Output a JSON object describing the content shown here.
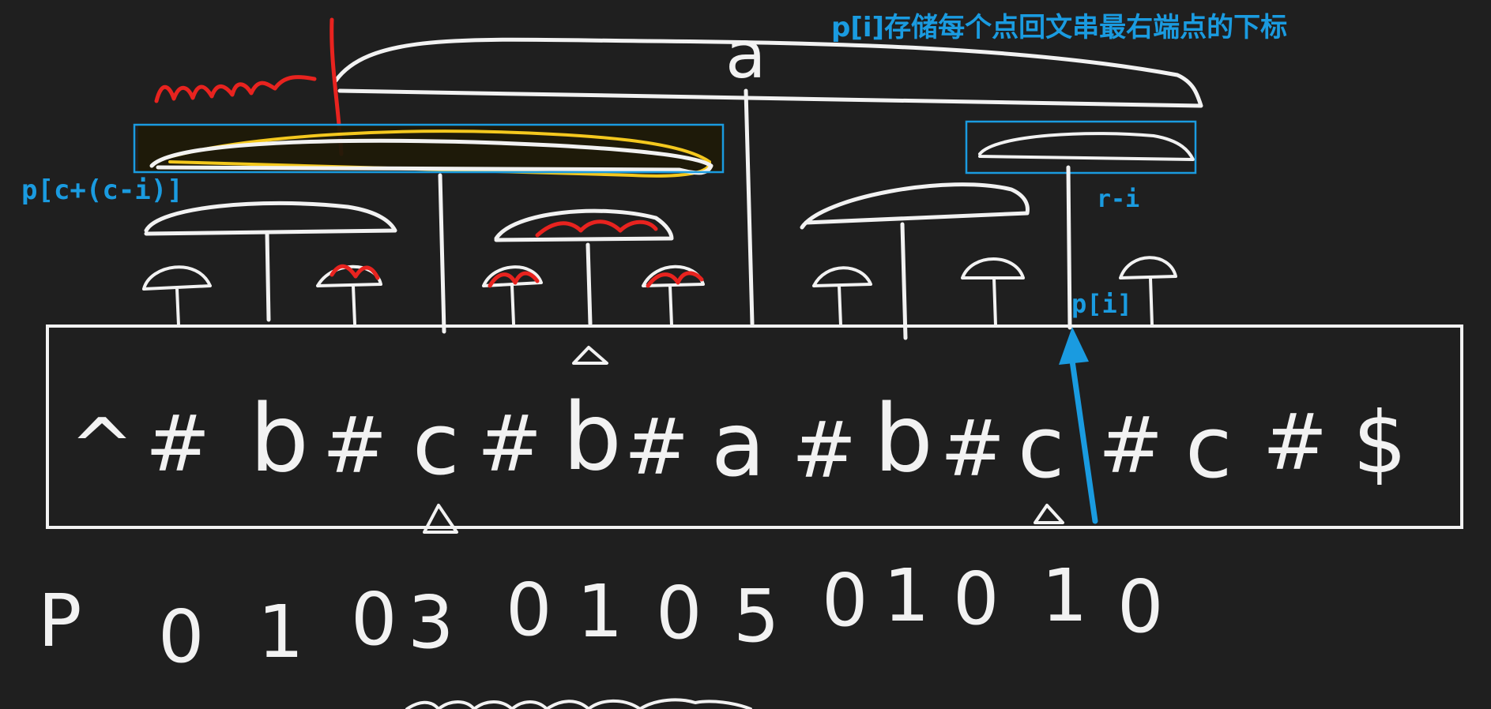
{
  "annotations": {
    "title": "p[i]存储每个点回文串最右端点的下标",
    "mirror_label": "p[c+(c-i)]",
    "radius_label": "r-i",
    "pointer_label": "p[i]",
    "center_letter": "a"
  },
  "string": {
    "chars": [
      "^",
      "#",
      "b",
      "#",
      "c",
      "#",
      "b",
      "#",
      "a",
      "#",
      "b",
      "#",
      "c",
      "#",
      "c",
      "#",
      "$"
    ]
  },
  "p_row": {
    "label": "P",
    "values": [
      "0",
      "1",
      "0",
      "3",
      "0",
      "1",
      "0",
      "5",
      "0",
      "1",
      "0",
      "1",
      "0"
    ]
  },
  "colors": {
    "background": "#1f1f1f",
    "ink": "#f2f2f2",
    "annotation_blue": "#1a9be0",
    "strike_red": "#e8231f",
    "highlight_yellow": "#f4c81e"
  }
}
